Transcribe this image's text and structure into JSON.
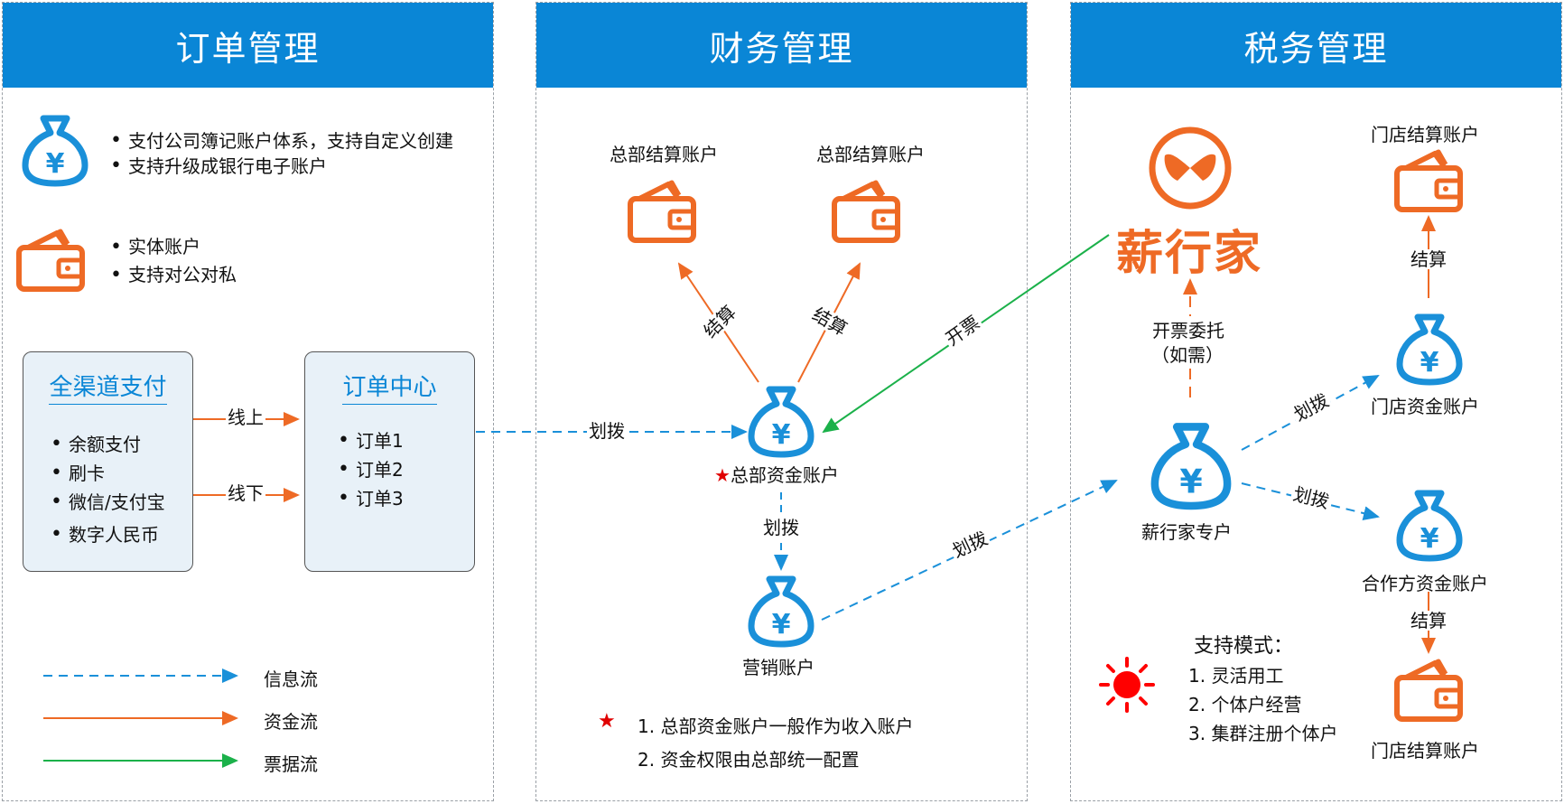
{
  "colors": {
    "header": "#0a86d6",
    "blue_icon": "#1a90d9",
    "orange": "#ee6a25",
    "green": "#1bb14a",
    "red": "#e00000"
  },
  "panels": {
    "order": {
      "title": "订单管理"
    },
    "finance": {
      "title": "财务管理"
    },
    "tax": {
      "title": "税务管理"
    }
  },
  "order": {
    "payco_bullets": [
      "支付公司簿记账户体系，支持自定义创建",
      "支持升级成银行电子账户"
    ],
    "entity_bullets": [
      "实体账户",
      "支持对公对私"
    ],
    "channel_box": {
      "title": "全渠道支付",
      "items": [
        "余额支付",
        "刷卡",
        "微信/支付宝",
        "数字人民币"
      ]
    },
    "order_box": {
      "title": "订单中心",
      "items": [
        "订单1",
        "订单2",
        "订单3"
      ]
    },
    "online_label": "线上",
    "offline_label": "线下",
    "legend": [
      {
        "label": "信息流",
        "style": "dashed-blue"
      },
      {
        "label": "资金流",
        "style": "solid-orange"
      },
      {
        "label": "票据流",
        "style": "solid-green"
      }
    ]
  },
  "finance": {
    "settle_left": "总部结算账户",
    "settle_right": "总部结算账户",
    "settle_label_left": "结算",
    "settle_label_right": "结算",
    "hq_fund": "总部资金账户",
    "transfer_in": "划拨",
    "transfer_down": "划拨",
    "marketing": "营销账户",
    "note_star": "★",
    "notes": [
      "1. 总部资金账户一般作为收入账户",
      "2. 资金权限由总部统一配置"
    ]
  },
  "tax": {
    "brand": "薪行家",
    "invoice_label": "开票",
    "entrust_line1": "开票委托",
    "entrust_line2": "（如需）",
    "special_account": "薪行家专户",
    "transfer_mid": "划拨",
    "transfer_up": "划拨",
    "transfer_down": "划拨",
    "store_fund": "门店资金账户",
    "store_settle_top": "门店结算账户",
    "settle_top": "结算",
    "partner_fund": "合作方资金账户",
    "settle_bottom": "结算",
    "store_settle_bottom": "门店结算账户",
    "modes_title": "支持模式：",
    "modes": [
      "1. 灵活用工",
      "2. 个体户经营",
      "3. 集群注册个体户"
    ]
  }
}
